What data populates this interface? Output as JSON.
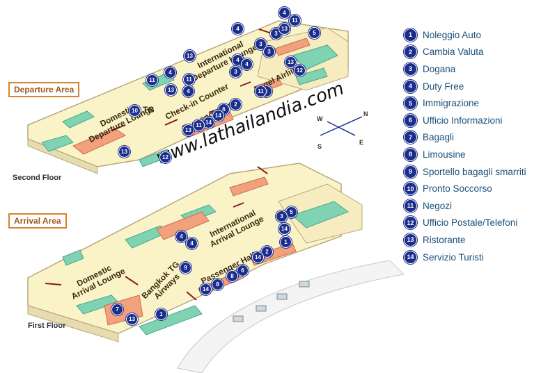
{
  "areas": {
    "departure": "Departure Area",
    "arrival": "Arrival Area"
  },
  "floors": {
    "second": "Second Floor",
    "first": "First Floor"
  },
  "watermark": "www.lathailandia.com",
  "compass": {
    "n": "N",
    "s": "S",
    "e": "E",
    "w": "W"
  },
  "zones": {
    "intl_departure": "International\nDeparture Lounge",
    "domestic_departure": "Domestic\nDeparture Lounge",
    "tg_dep": "TG",
    "checkin": "Check-in Counter",
    "passenger_hall_dep": "Passenger Hall",
    "angel_airlines": "Angel Airlines",
    "intl_arrival": "International\nArrival Lounge",
    "domestic_arrival": "Domestic\nArrival Lounge",
    "bangkok_tg": "Bangkok TG\nAirways",
    "passenger_hall_arr": "Passenger Hall"
  },
  "legend": [
    {
      "num": "1",
      "label": "Noleggio Auto"
    },
    {
      "num": "2",
      "label": "Cambia Valuta"
    },
    {
      "num": "3",
      "label": "Dogana"
    },
    {
      "num": "4",
      "label": "Duty Free"
    },
    {
      "num": "5",
      "label": "Immigrazione"
    },
    {
      "num": "6",
      "label": "Ufficio Informazioni"
    },
    {
      "num": "7",
      "label": "Bagagli"
    },
    {
      "num": "8",
      "label": "Limousine"
    },
    {
      "num": "9",
      "label": "Sportello bagagli smarriti"
    },
    {
      "num": "10",
      "label": "Pronto Soccorso"
    },
    {
      "num": "11",
      "label": "Negozi"
    },
    {
      "num": "12",
      "label": "Ufficio Postale/Telefoni"
    },
    {
      "num": "13",
      "label": "Ristorante"
    },
    {
      "num": "14",
      "label": "Servizio Turisti"
    }
  ],
  "pins_second": [
    "4",
    "11",
    "4",
    "3",
    "13",
    "5",
    "3",
    "3",
    "13",
    "4",
    "13",
    "4",
    "3",
    "12",
    "11",
    "4",
    "11",
    "13",
    "4",
    "3",
    "11",
    "10",
    "6",
    "2",
    "14",
    "13",
    "11",
    "14",
    "13",
    "12"
  ],
  "pins_first": [
    "5",
    "3",
    "14",
    "1",
    "2",
    "4",
    "4",
    "14",
    "6",
    "8",
    "9",
    "14",
    "8",
    "7",
    "13",
    "1"
  ],
  "colors": {
    "floor": "#fbf3c8",
    "wall": "#c9b98a",
    "green": "#7fd3b2",
    "orange": "#f3a07d",
    "pin": "#1c2e8c",
    "arrow": "#8b1a1a"
  }
}
